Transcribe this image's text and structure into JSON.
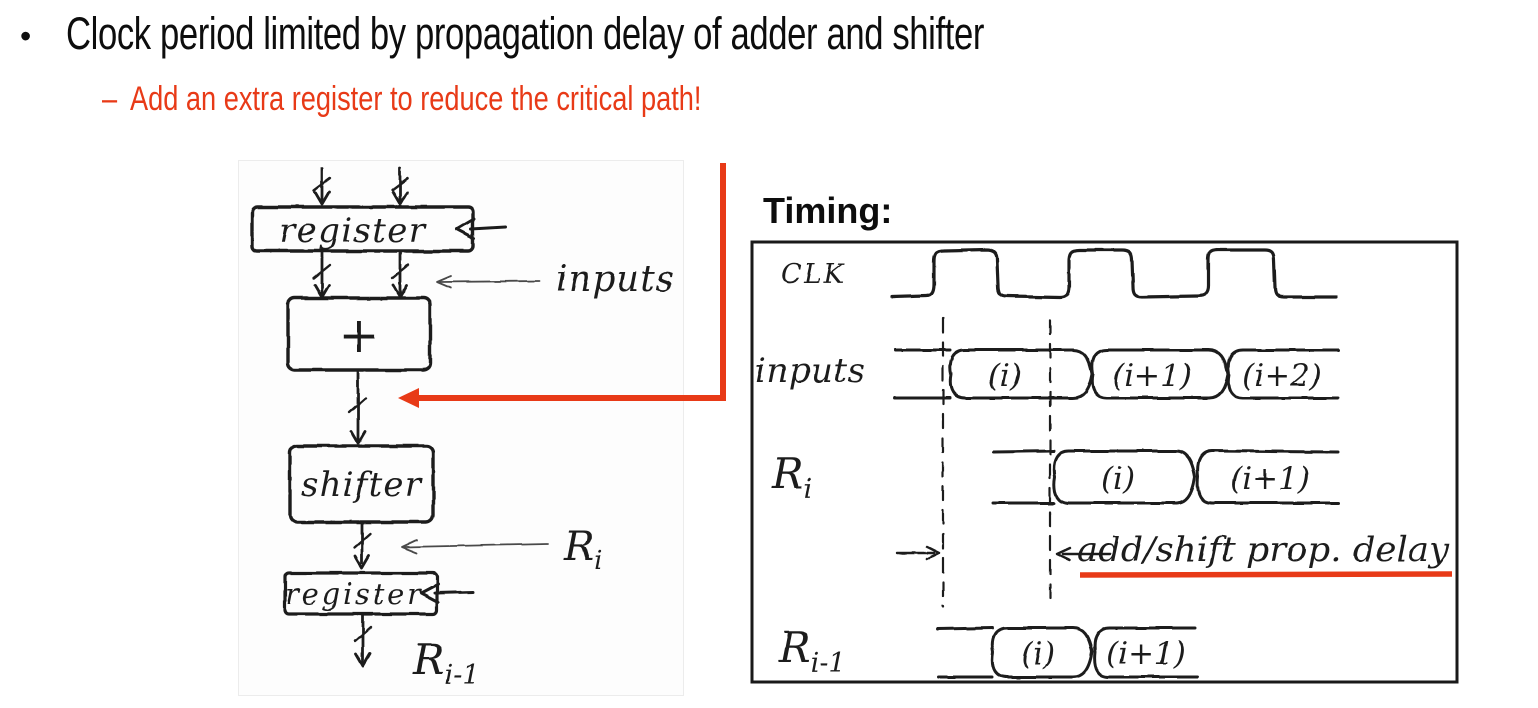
{
  "slide": {
    "bullet": "•",
    "title": "Clock period limited by propagation delay of adder and shifter",
    "sub_dash": "–",
    "subtitle": "Add an extra register to reduce the critical path!"
  },
  "colors": {
    "accent_red": "#e83a17",
    "ink": "#1f1f1f"
  },
  "circuit": {
    "top_register": "register",
    "adder": "+",
    "shifter": "shifter",
    "bottom_register": "register",
    "inputs_label": "inputs",
    "ri": {
      "base": "R",
      "sub": "i"
    },
    "ri_prev": {
      "base": "R",
      "sub": "i-1"
    }
  },
  "timing": {
    "heading": "Timing:",
    "clk_label": "CLK",
    "inputs_label": "inputs",
    "ri": {
      "base": "R",
      "sub": "i"
    },
    "ri_prev": {
      "base": "R",
      "sub": "i-1"
    },
    "inputs_cells": [
      "(i)",
      "(i+1)",
      "(i+2)"
    ],
    "ri_cells": [
      "(i)",
      "(i+1)"
    ],
    "ri_prev_cells": [
      "(i)",
      "(i+1)"
    ],
    "annotation": "add/shift prop. delay"
  }
}
